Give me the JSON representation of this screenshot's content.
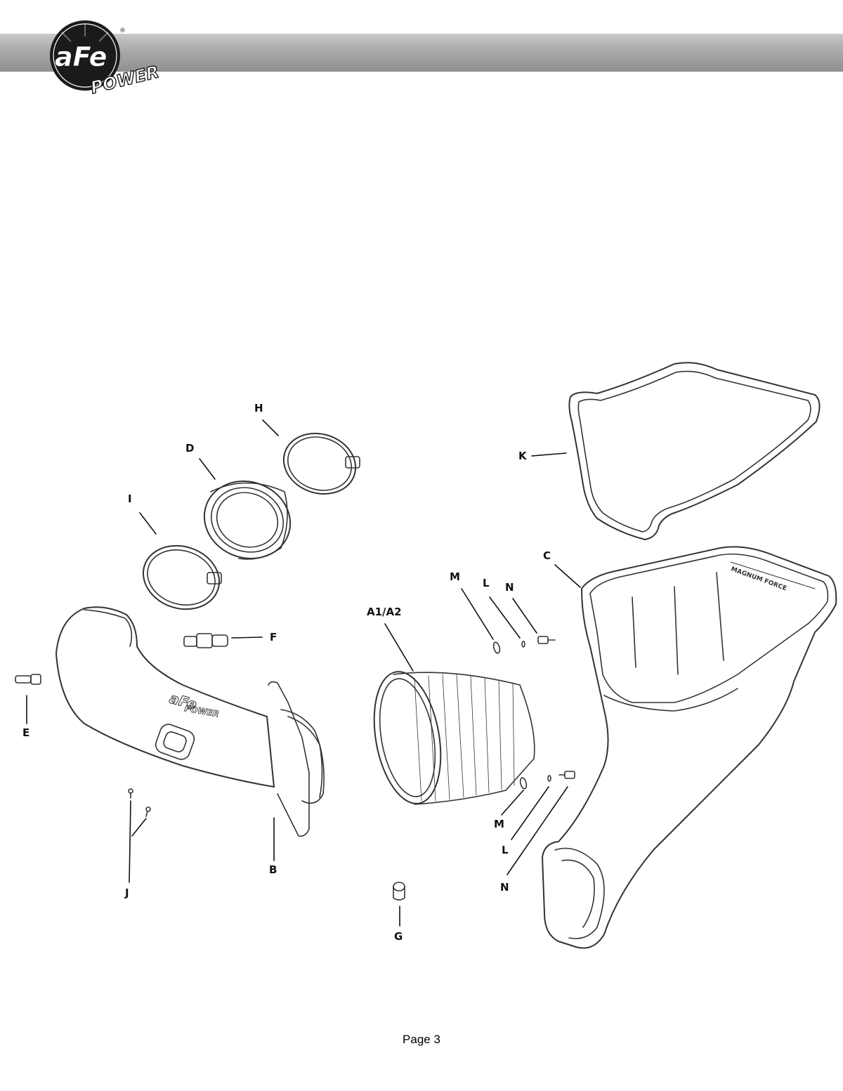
{
  "header": {
    "logo_text": "aFe",
    "logo_subtext": "POWER",
    "logo_mark": "®"
  },
  "diagram": {
    "part_labels": {
      "A": "A1/A2",
      "B": "B",
      "C": "C",
      "D": "D",
      "E": "E",
      "F": "F",
      "G": "G",
      "H": "H",
      "I": "I",
      "J": "J",
      "K": "K",
      "L1": "L",
      "L2": "L",
      "M1": "M",
      "M2": "M",
      "N1": "N",
      "N2": "N"
    },
    "tube_logo_text": "aFe",
    "tube_logo_subtext": "POWER",
    "airbox_brand_text": "MAGNUM FORCE"
  },
  "footer": {
    "page_label": "Page 3"
  },
  "colors": {
    "header_bar": "#a9a9a9",
    "line": "#333333",
    "logo_dark": "#1a1a1a"
  }
}
